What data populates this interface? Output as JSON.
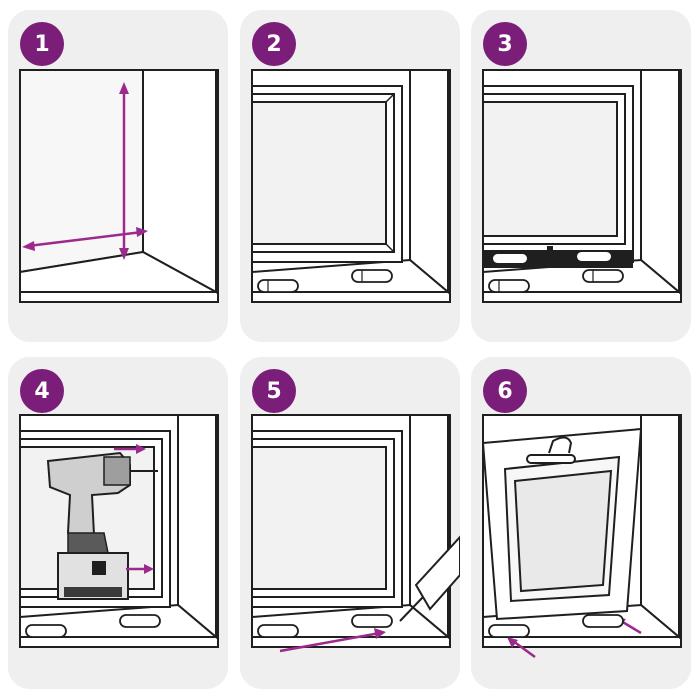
{
  "steps": [
    {
      "number": "1",
      "illustration": "measure-window-opening"
    },
    {
      "number": "2",
      "illustration": "window-frame-in-niche"
    },
    {
      "number": "3",
      "illustration": "frame-with-drainage-slots"
    },
    {
      "number": "4",
      "illustration": "drill-mounting-frame"
    },
    {
      "number": "5",
      "illustration": "apply-sealant"
    },
    {
      "number": "6",
      "illustration": "tilted-open-window"
    }
  ],
  "colors": {
    "panel_bg": "#efefef",
    "badge_bg": "#7b1e79",
    "badge_text": "#ffffff",
    "accent_arrow": "#9b2a8c",
    "line": "#1f1f1f",
    "fill_light": "#f7f7f7"
  }
}
